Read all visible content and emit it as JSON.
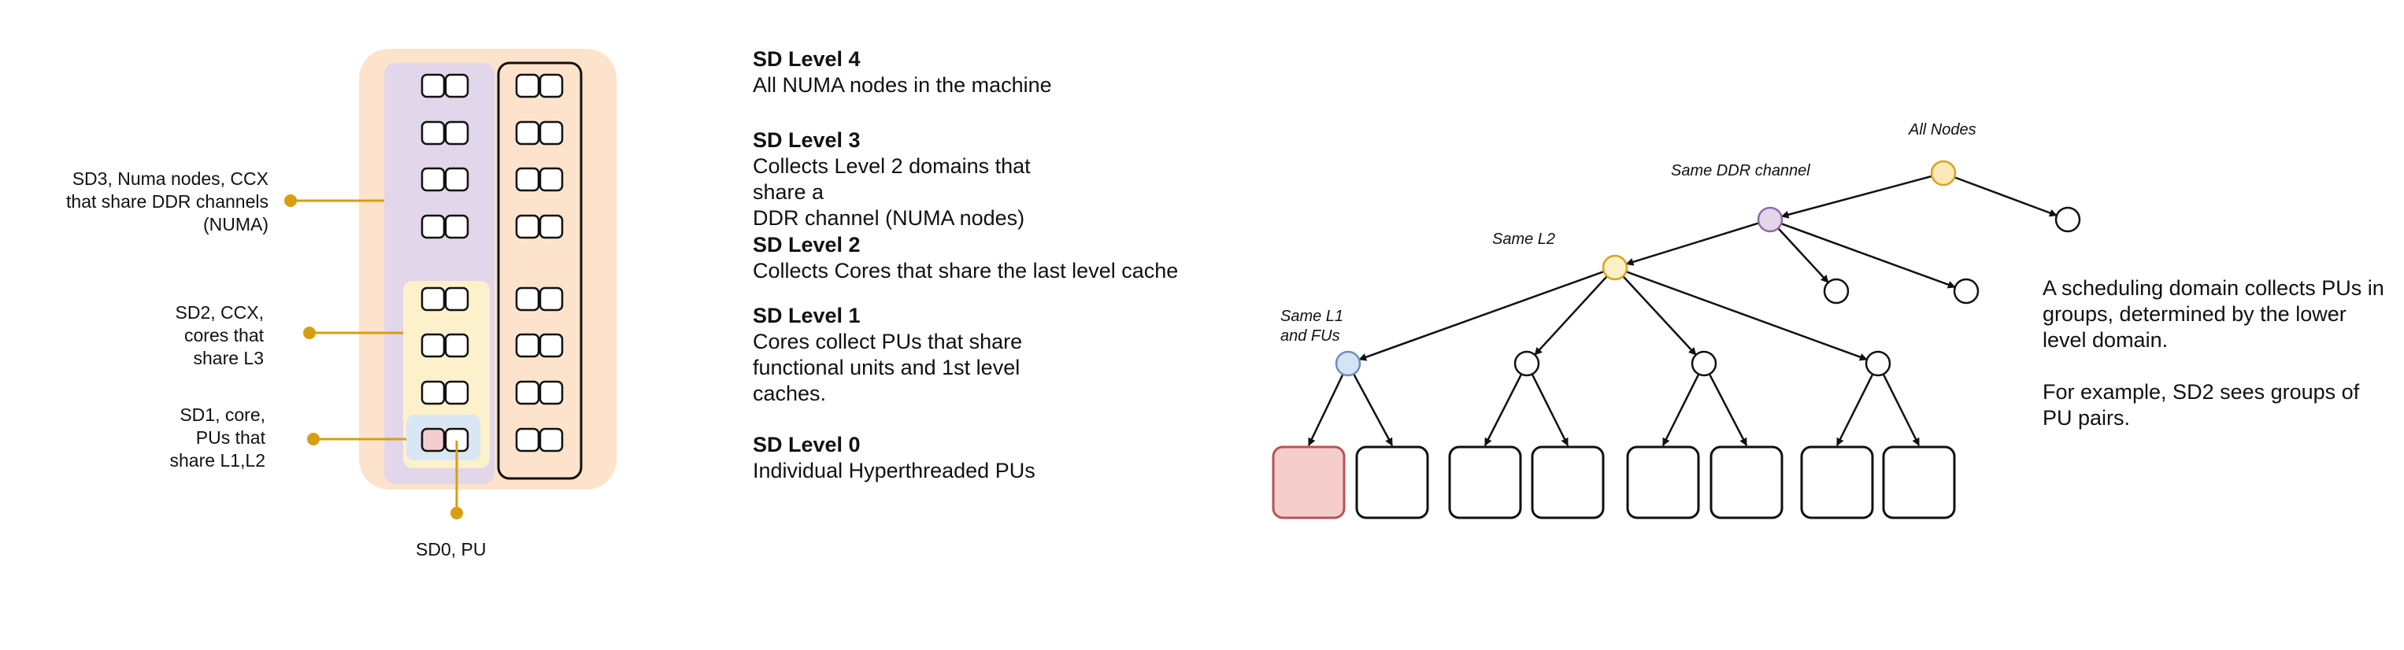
{
  "topology": {
    "callouts": {
      "sd3": "SD3, Numa nodes, CCX\nthat share DDR channels\n(NUMA)",
      "sd2": "SD2, CCX,\ncores that\nshare L3",
      "sd1": "SD1, core,\nPUs that\nshare L1,L2",
      "sd0": "SD0, PU"
    },
    "colors": {
      "node": "#fde3cc",
      "sd3": "#e2d6ea",
      "sd2": "#fdf1cc",
      "sd1": "#d9e6f4",
      "pu_highlight": "#f6cdcd",
      "callout_line": "#d89e12"
    }
  },
  "levels": [
    {
      "title": "SD Level 4",
      "desc": "All NUMA nodes in the machine"
    },
    {
      "title": "SD Level 3",
      "desc": "Collects Level 2 domains that\nshare  a\nDDR channel (NUMA nodes)"
    },
    {
      "title": "SD Level 2",
      "desc": "Collects Cores that share the last level cache"
    },
    {
      "title": "SD Level 1",
      "desc": "Cores collect PUs that share\nfunctional units and 1st level\ncaches."
    },
    {
      "title": "SD Level 0",
      "desc": "Individual Hyperthreaded PUs"
    }
  ],
  "tree": {
    "labels": {
      "all_nodes": "All Nodes",
      "same_ddr": "Same DDR channel",
      "same_l2": "Same L2",
      "same_l1": "Same L1\nand FUs"
    },
    "colors": {
      "root": "#fde8b8",
      "ddr": "#e2d6ea",
      "l2": "#fdf0c4",
      "l1": "#d5e4f5",
      "highlight_leaf": "#f6cdcd",
      "highlight_border": "#b85450"
    }
  },
  "note": {
    "p1": "A scheduling domain collects PUs in groups, determined by the lower level domain.",
    "p2": "For example, SD2 sees groups of PU pairs."
  }
}
